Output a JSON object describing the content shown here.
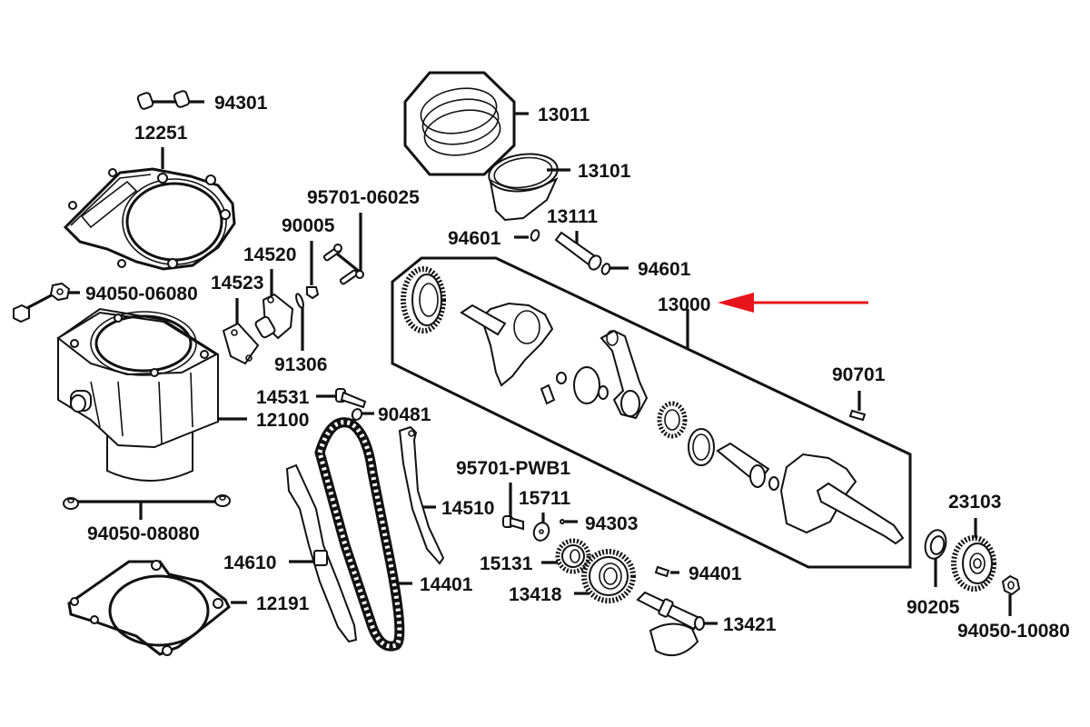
{
  "diagram": {
    "title": "Engine cylinder, piston, crankshaft and cam chain exploded parts diagram",
    "highlight_color": "#e8141c",
    "highlighted_part": "13000",
    "labels": {
      "p94301": "94301",
      "p12251": "12251",
      "p95701_06025": "95701-06025",
      "p90005": "90005",
      "p14520": "14520",
      "p14523": "14523",
      "p94050_06080": "94050-06080",
      "p91306": "91306",
      "p14531": "14531",
      "p12100": "12100",
      "p90481": "90481",
      "p94050_08080": "94050-08080",
      "p14610": "14610",
      "p12191": "12191",
      "p14510": "14510",
      "p14401": "14401",
      "p95701_PWB1": "95701-PWB1",
      "p15711": "15711",
      "p94303": "94303",
      "p15131": "15131",
      "p13418": "13418",
      "p94401": "94401",
      "p13421": "13421",
      "p13011": "13011",
      "p13101": "13101",
      "p13111": "13111",
      "p94601_left": "94601",
      "p94601_right": "94601",
      "p13000": "13000",
      "p90701": "90701",
      "p23103": "23103",
      "p90205": "90205",
      "p94050_10080": "94050-10080"
    }
  }
}
